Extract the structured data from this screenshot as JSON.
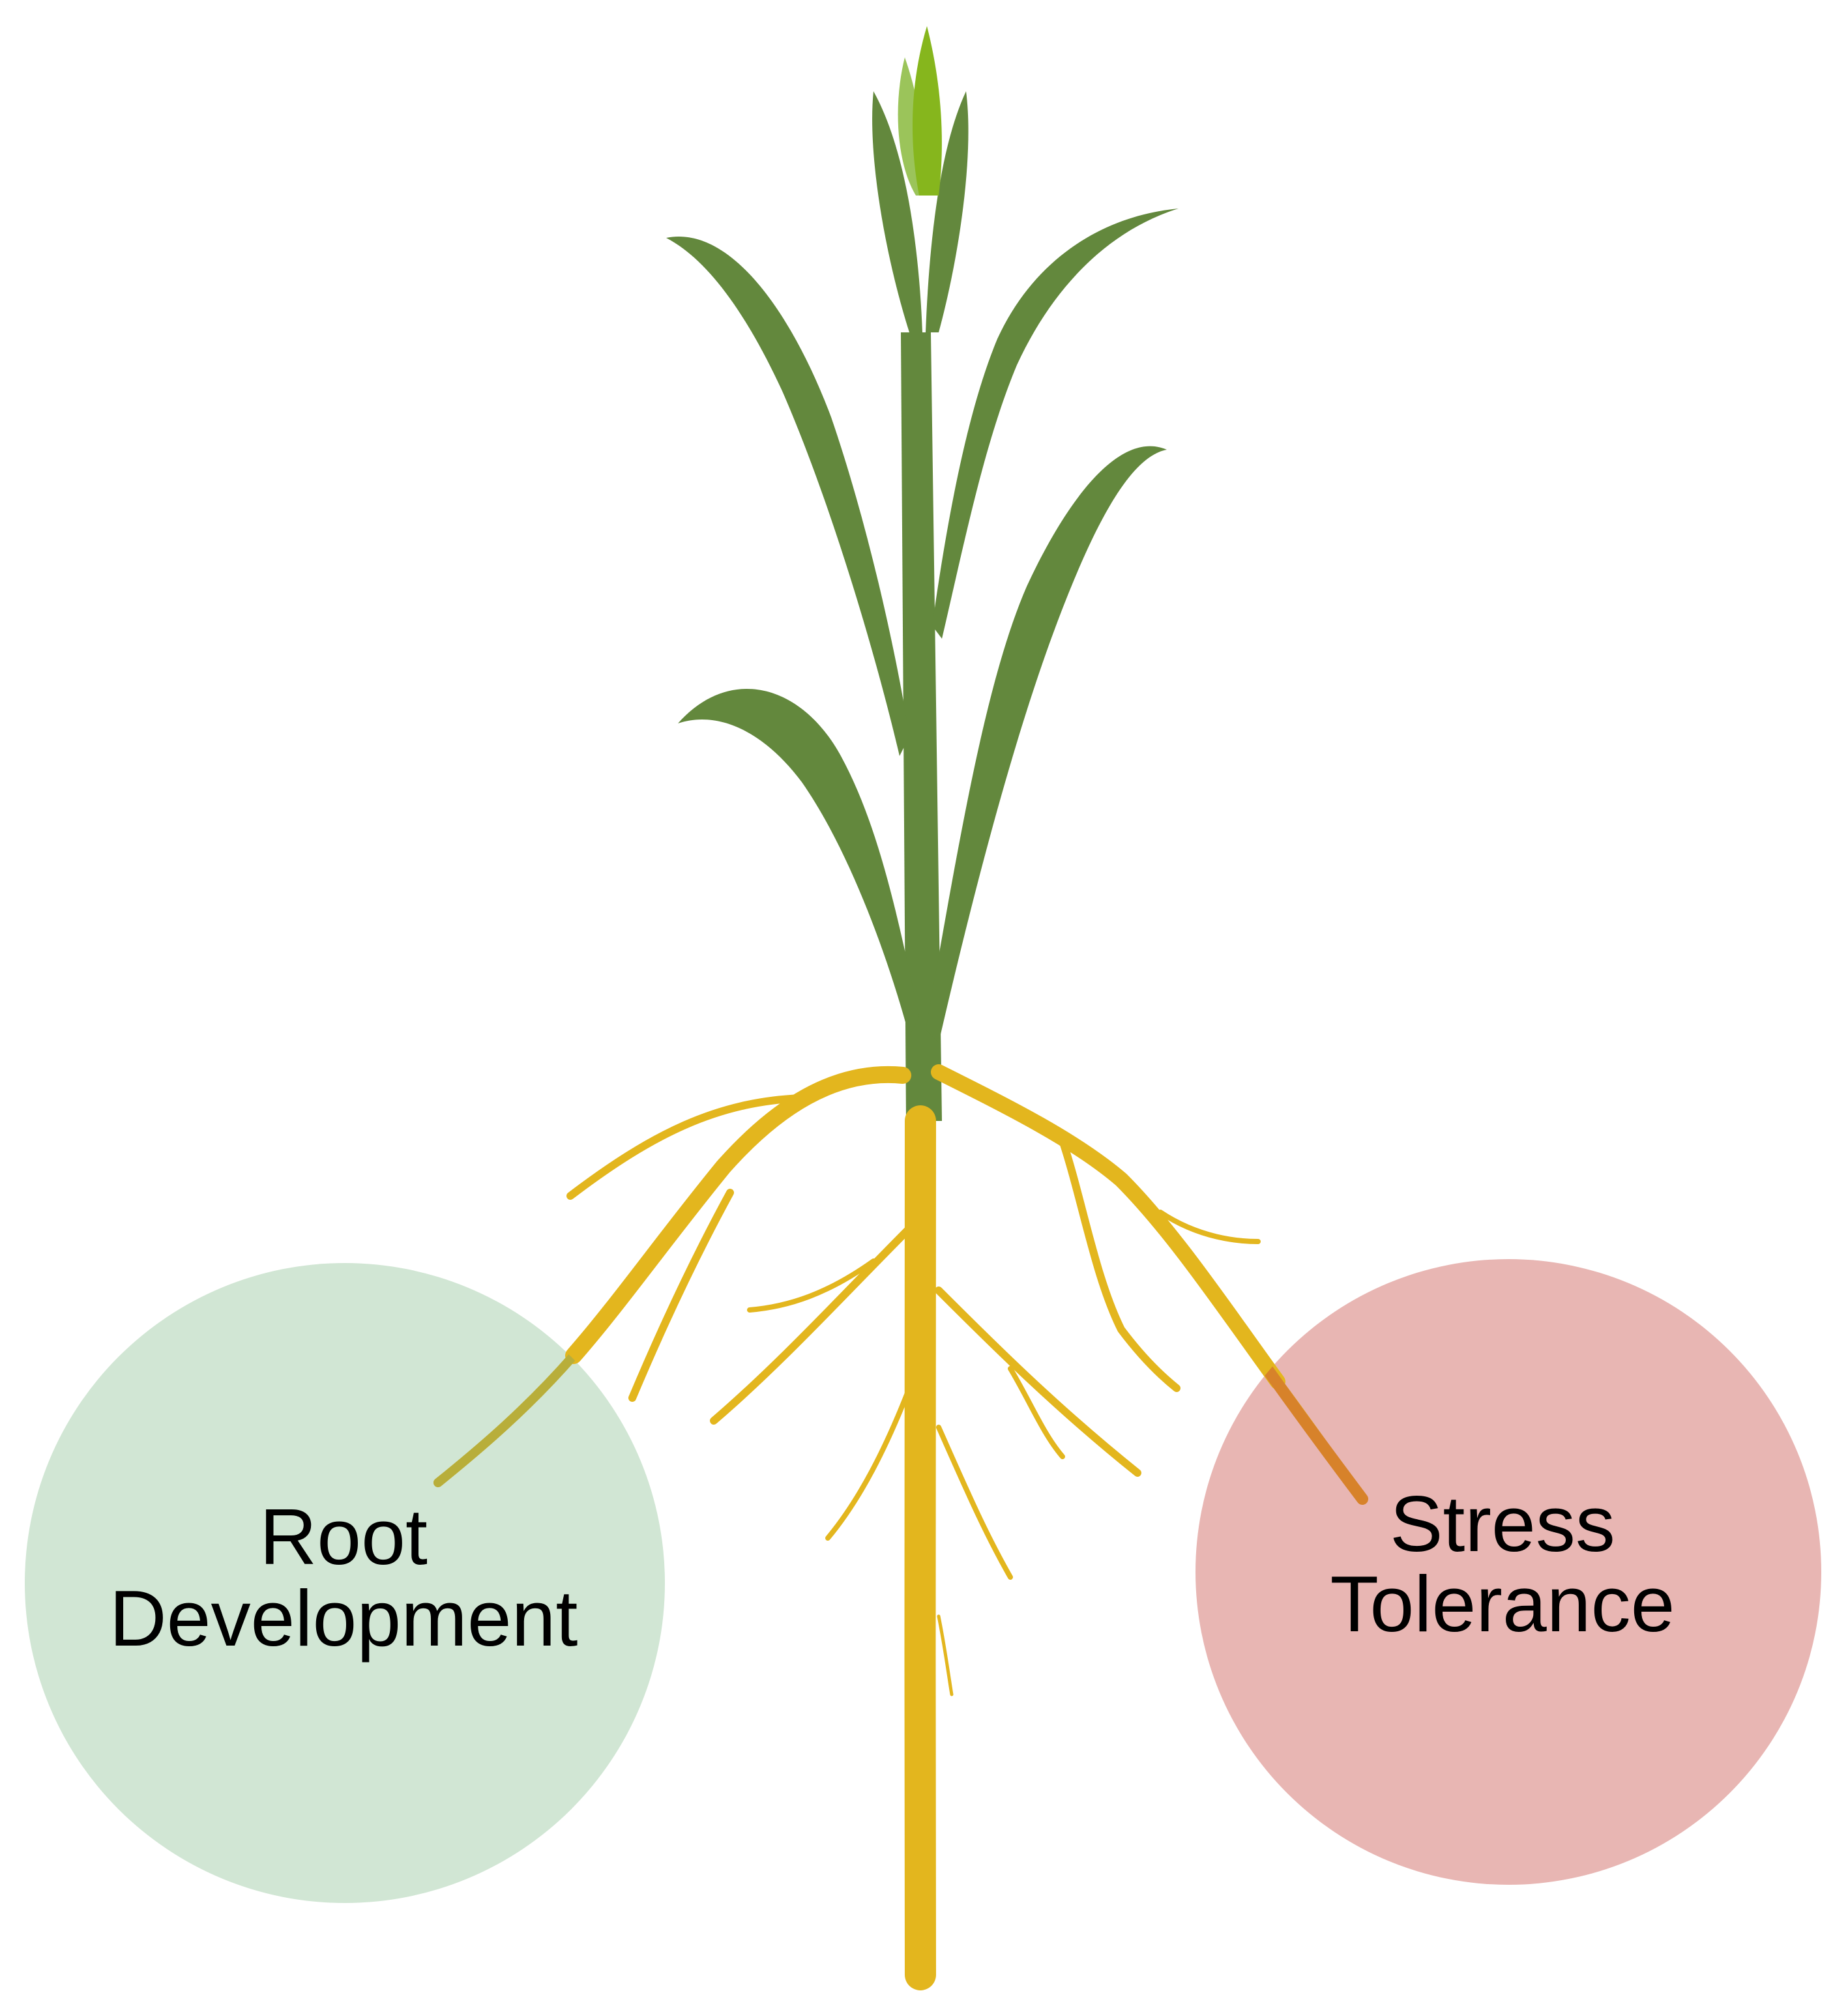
{
  "colors": {
    "background": "#ffffff",
    "leaf": "#63883d",
    "leaf_tip_light": "#9bc45a",
    "leaf_tip_bright": "#86b61d",
    "root": "#e3b61e",
    "root_development_circle": "#d1e6d4",
    "stress_tolerance_circle": "#e8b6b3",
    "root_overlap_left": "#b8ae3a",
    "root_overlap_right": "#d7822a",
    "label_text": "#000000"
  },
  "left_circle": {
    "label_line1": "Root",
    "label_line2": "Development"
  },
  "right_circle": {
    "label_line1": "Stress",
    "label_line2": "Tolerance"
  },
  "icons": {
    "plant": "rice-seedling-illustration"
  }
}
